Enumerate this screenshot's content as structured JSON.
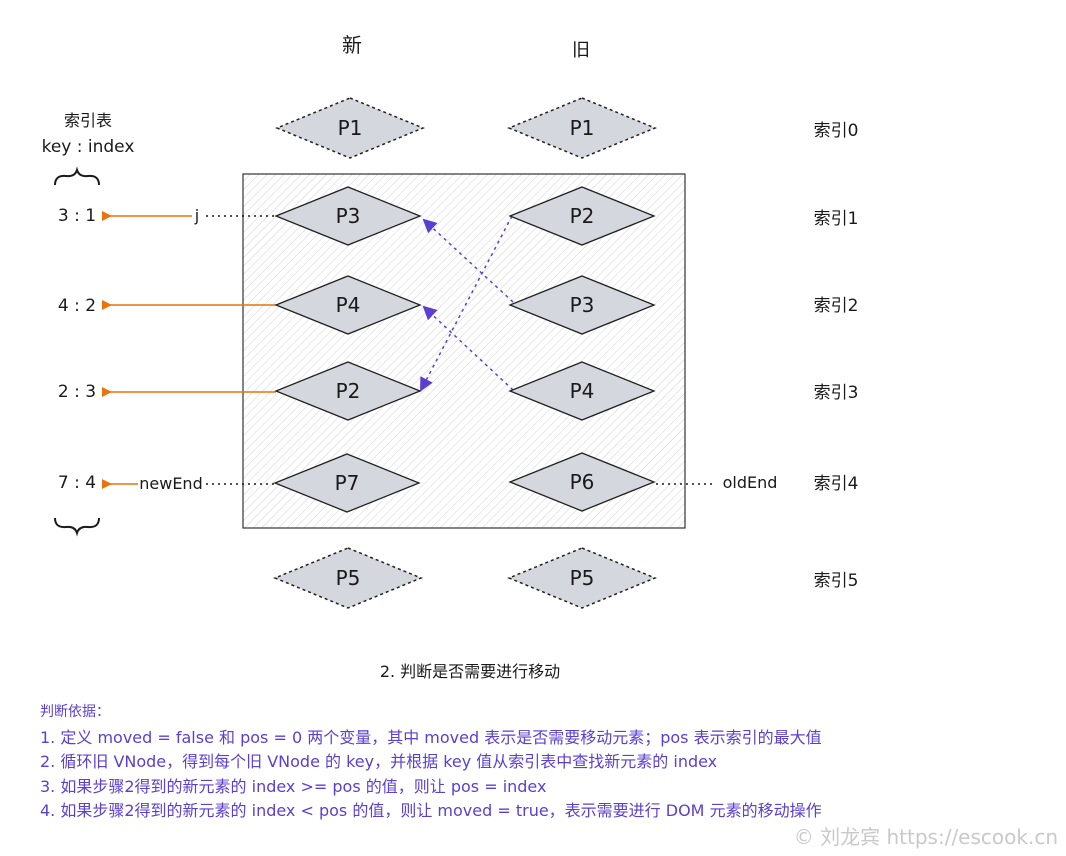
{
  "columns": {
    "new_label": "新",
    "old_label": "旧"
  },
  "index_table": {
    "title": "索引表",
    "key_index_label": "key : index",
    "entries": [
      "3 : 1",
      "4 : 2",
      "2 : 3",
      "7 : 4"
    ]
  },
  "pointers": {
    "j": "j",
    "new_end": "newEnd",
    "old_end": "oldEnd"
  },
  "new_nodes": [
    "P1",
    "P3",
    "P4",
    "P2",
    "P7",
    "P5"
  ],
  "old_nodes": [
    "P1",
    "P2",
    "P3",
    "P4",
    "P6",
    "P5"
  ],
  "index_labels": [
    "索引0",
    "索引1",
    "索引2",
    "索引3",
    "索引4",
    "索引5"
  ],
  "caption": "2. 判断是否需要进行移动",
  "notes": {
    "heading": "判断依据：",
    "lines": [
      "1.  定义 moved = false 和 pos = 0 两个变量，其中 moved 表示是否需要移动元素；pos 表示索引的最大值",
      "2. 循环旧 VNode，得到每个旧 VNode 的 key，并根据 key 值从索引表中查找新元素的 index",
      "3. 如果步骤2得到的新元素的 index >= pos 的值，则让 pos = index",
      "4. 如果步骤2得到的新元素的 index < pos 的值，则让 moved = true，表示需要进行 DOM 元素的移动操作"
    ]
  },
  "watermark": "© 刘龙宾 https://escook.cn",
  "colors": {
    "arrow_orange": "#e8740c",
    "dash_purple": "#5b3fd1",
    "node_fill": "#d4d7de",
    "text_purple": "#5b3fd1"
  }
}
